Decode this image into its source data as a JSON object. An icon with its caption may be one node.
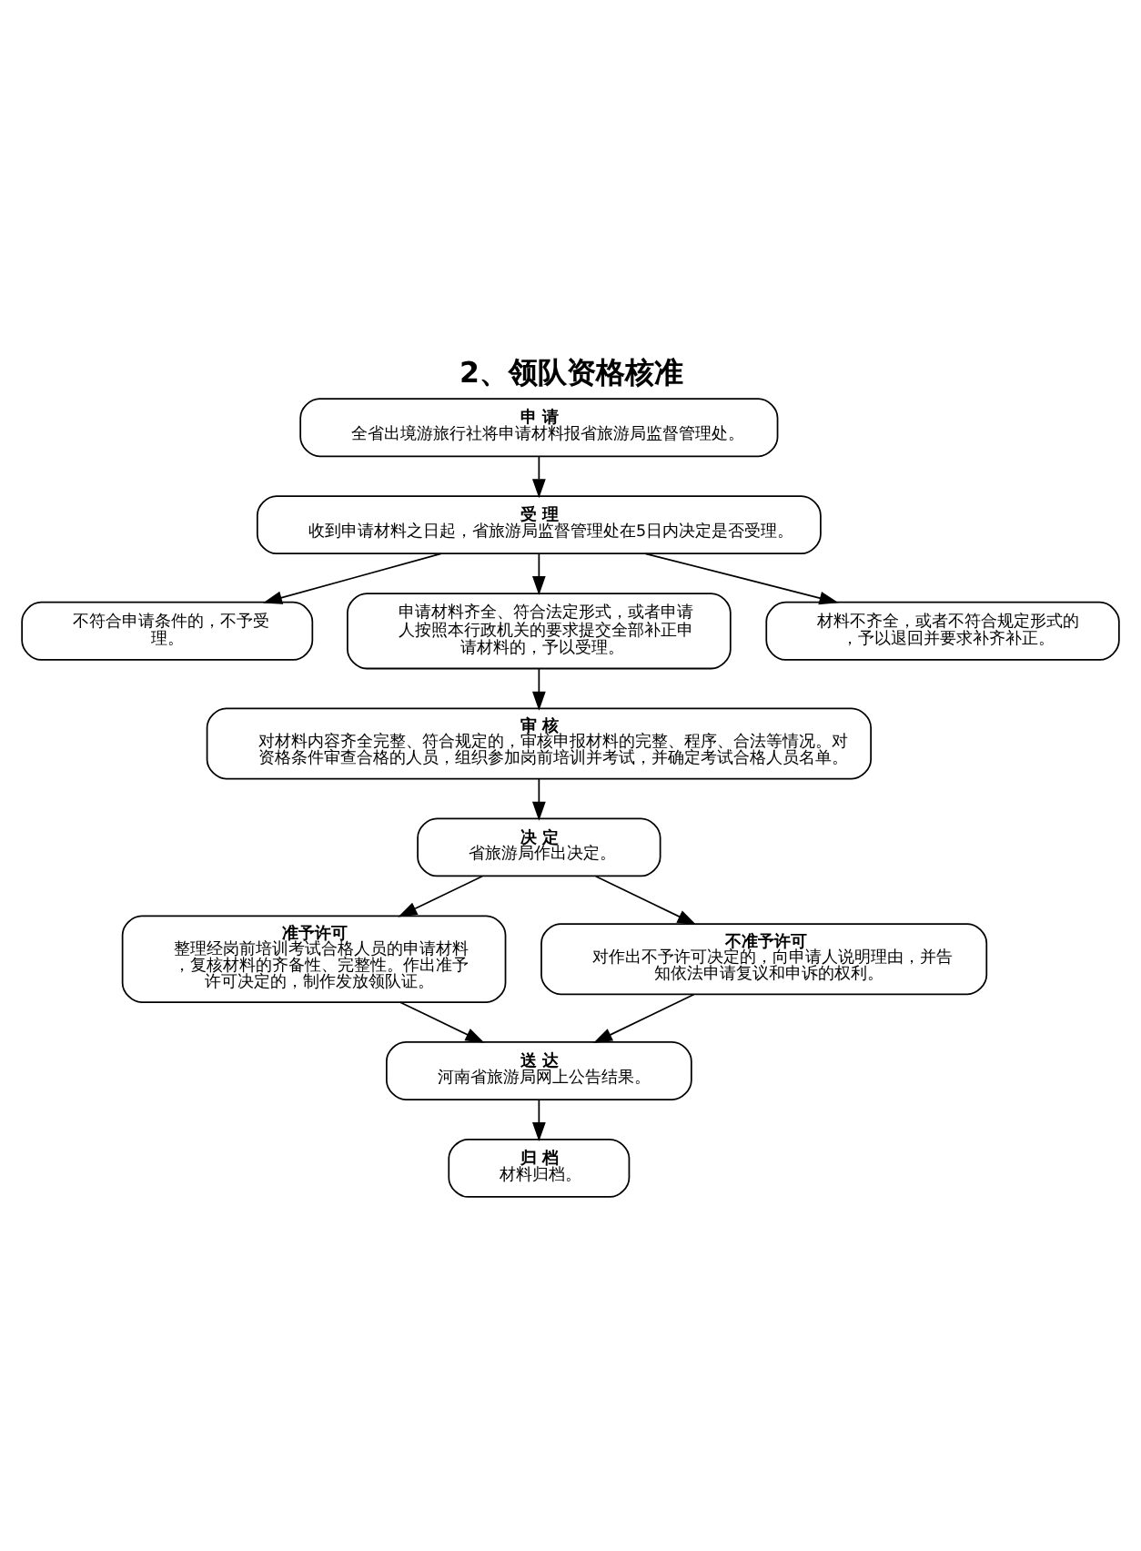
{
  "diagram": {
    "title": "2、领队资格核准",
    "nodes": [
      {
        "text": [
          "申 请",
          "全省出境游旅行社将申请材料报省旅游局监督管理处。"
        ]
      },
      {
        "text": [
          "受 理",
          "收到申请材料之日起，省旅游局监督管理处在5日内决定是否受理。"
        ]
      },
      {
        "text": [
          "不符合申请条件的，不予受理。"
        ]
      },
      {
        "text": [
          "申请材料齐全、符合法定形式，或者申请人按照本行政机关的要求提交全部补正申请材料的，予以受理。"
        ]
      },
      {
        "text": [
          "材料不齐全，或者不符合规定形式的，予以退回并要求补齐补正。"
        ]
      },
      {
        "text": [
          "审 核",
          "对材料内容齐全完整、符合规定的，审核申报材料的完整、程序、合法等情况。对资格条件审查合格的人员，组织参加岗前培训并考试，并确定考试合格人员名单。"
        ]
      },
      {
        "text": [
          "决 定",
          "省旅游局作出决定。"
        ]
      },
      {
        "text": [
          "准予许可",
          "整理经岗前培训考试合格人员的申请材料，复核材料的齐备性、完整性。作出准予许可决定的，制作发放领队证。"
        ]
      },
      {
        "text": [
          "不准予许可",
          "对作出不予许可决定的，向申请人说明理由，并告知依法申请复议和申诉的权利。"
        ]
      },
      {
        "text": [
          "送 达",
          "河南省旅游局网上公告结果。"
        ]
      },
      {
        "text": [
          "归 档",
          "材料归档。"
        ]
      }
    ],
    "edges": [
      {
        "from": 0,
        "to": 1,
        "arrow": "to"
      },
      {
        "from": 1,
        "to": 2,
        "arrow": "to"
      },
      {
        "from": 1,
        "to": 3,
        "arrow": "to"
      },
      {
        "from": 1,
        "to": 4,
        "arrow": "to"
      },
      {
        "from": 3,
        "to": 5,
        "arrow": "to"
      },
      {
        "from": 5,
        "to": 6,
        "arrow": "to"
      },
      {
        "from": 6,
        "to": 7,
        "arrow": "to"
      },
      {
        "from": 6,
        "to": 8,
        "arrow": "to"
      },
      {
        "from": 7,
        "to": 9,
        "arrow": "to"
      },
      {
        "from": 8,
        "to": 9,
        "arrow": "to"
      },
      {
        "from": 9,
        "to": 10,
        "arrow": "to"
      }
    ]
  }
}
